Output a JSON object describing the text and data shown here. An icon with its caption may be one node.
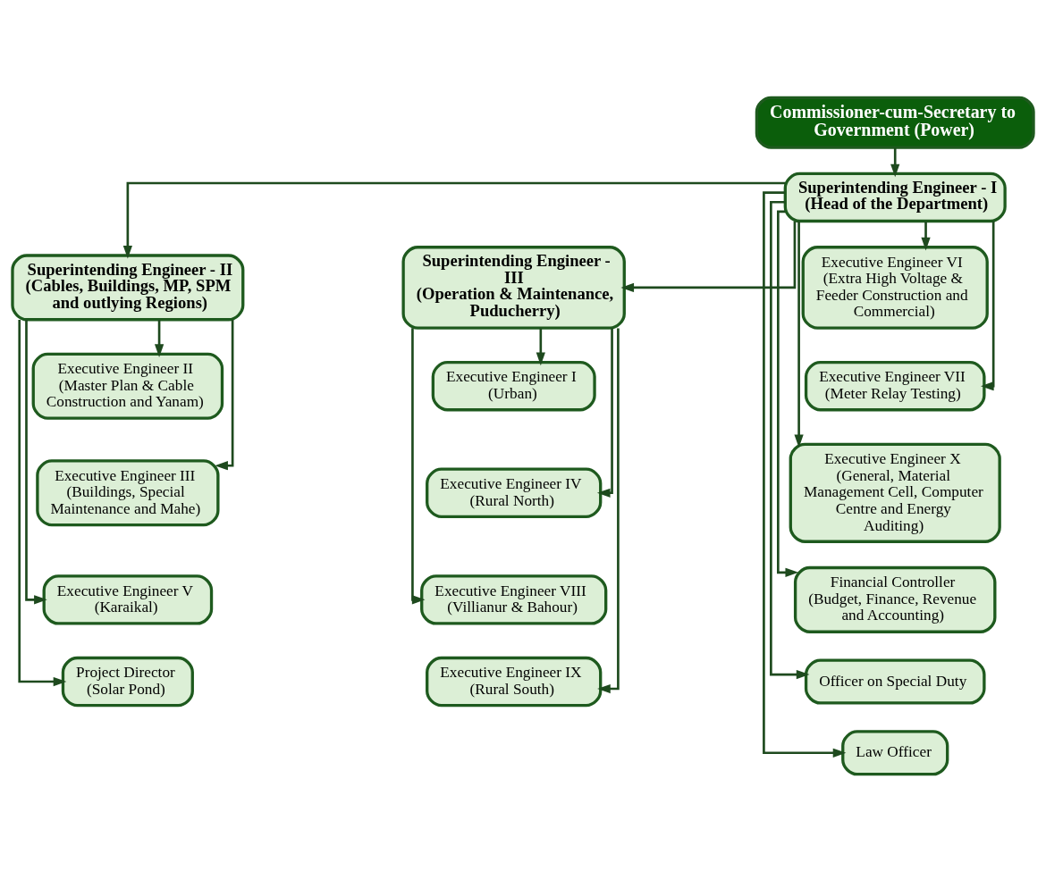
{
  "diagram": {
    "nodes": [
      {
        "text": [
          "Commissioner-cum-Secretary to Government (Power)"
        ]
      },
      {
        "text": [
          "Superintending Engineer - I",
          "(Head of the Department)"
        ]
      },
      {
        "text": [
          "Superintending Engineer - II",
          "(Cables, Buildings, MP, SPM and outlying Regions)"
        ]
      },
      {
        "text": [
          "Superintending Engineer - III",
          "(Operation & Maintenance, Puducherry)"
        ]
      },
      {
        "text": [
          "Executive Engineer II",
          "(Master Plan & Cable Construction and Yanam)"
        ]
      },
      {
        "text": [
          "Executive Engineer III",
          "(Buildings, Special Maintenance and Mahe)"
        ]
      },
      {
        "text": [
          "Executive Engineer V",
          "(Karaikal)"
        ]
      },
      {
        "text": [
          "Project Director",
          "(Solar Pond)"
        ]
      },
      {
        "text": [
          "Executive Engineer VI",
          "(Extra High Voltage & Feeder Construction and Commercial)"
        ]
      },
      {
        "text": [
          "Executive Engineer VII",
          "(Meter Relay Testing)"
        ]
      },
      {
        "text": [
          "Executive Engineer X",
          "(General, Material Management Cell, Computer Centre and Energy Auditing)"
        ]
      },
      {
        "text": [
          "Financial Controller",
          "(Budget, Finance, Revenue and Accounting)"
        ]
      },
      {
        "text": [
          "Officer on Special Duty"
        ]
      },
      {
        "text": [
          "Law Officer"
        ]
      },
      {
        "text": [
          "Executive Engineer I",
          "(Urban)"
        ]
      },
      {
        "text": [
          "Executive Engineer IV",
          "(Rural North)"
        ]
      },
      {
        "text": [
          "Executive Engineer VIII",
          "(Villianur & Bahour)"
        ]
      },
      {
        "text": [
          "Executive Engineer IX",
          "(Rural South)"
        ]
      }
    ],
    "edges": [
      {
        "from": 0,
        "to": 1,
        "arrow": "to"
      },
      {
        "from": 1,
        "to": 2,
        "arrow": "to"
      },
      {
        "from": 1,
        "to": 3,
        "arrow": "to"
      },
      {
        "from": 2,
        "to": 4,
        "arrow": "to"
      },
      {
        "from": 2,
        "to": 5,
        "arrow": "to"
      },
      {
        "from": 2,
        "to": 6,
        "arrow": "to"
      },
      {
        "from": 2,
        "to": 7,
        "arrow": "to"
      },
      {
        "from": 1,
        "to": 8,
        "arrow": "to"
      },
      {
        "from": 1,
        "to": 9,
        "arrow": "to"
      },
      {
        "from": 1,
        "to": 10,
        "arrow": "to"
      },
      {
        "from": 1,
        "to": 11,
        "arrow": "to"
      },
      {
        "from": 1,
        "to": 12,
        "arrow": "to"
      },
      {
        "from": 1,
        "to": 13,
        "arrow": "to"
      },
      {
        "from": 3,
        "to": 14,
        "arrow": "to"
      },
      {
        "from": 3,
        "to": 15,
        "arrow": "to"
      },
      {
        "from": 3,
        "to": 16,
        "arrow": "to"
      },
      {
        "from": 3,
        "to": 17,
        "arrow": "to"
      }
    ]
  }
}
